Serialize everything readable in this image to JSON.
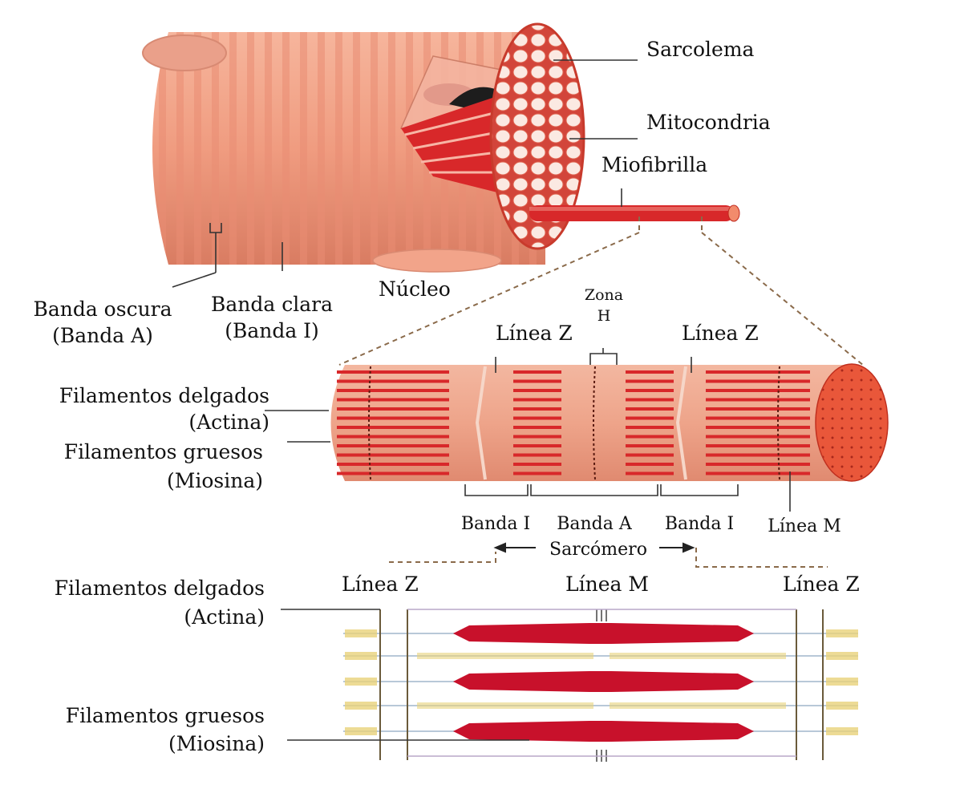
{
  "diagram": {
    "fiber_labels": {
      "sarcolema": "Sarcolema",
      "mitocondria": "Mitocondria",
      "miofibrilla": "Miofibrilla",
      "nucleo": "Núcleo",
      "banda_oscura_1": "Banda oscura",
      "banda_oscura_2": "(Banda A)",
      "banda_clara_1": "Banda clara",
      "banda_clara_2": "(Banda I)"
    },
    "myofibril_labels": {
      "zona_h_1": "Zona",
      "zona_h_2": "H",
      "linea_z_left": "Línea Z",
      "linea_z_right": "Línea Z",
      "thin_1": "Filamentos delgados",
      "thin_2": "(Actina)",
      "thick_1": "Filamentos gruesos",
      "thick_2": "(Miosina)",
      "banda_i_left": "Banda I",
      "banda_a": "Banda A",
      "banda_i_right": "Banda I",
      "linea_m": "Línea M",
      "sarcomero": "Sarcómero"
    },
    "sarcomere_labels": {
      "linea_z_left": "Línea Z",
      "linea_m": "Línea M",
      "linea_z_right": "Línea Z",
      "thin_1": "Filamentos delgados",
      "thin_2": "(Actina)",
      "thick_1": "Filamentos gruesos",
      "thick_2": "(Miosina)"
    },
    "colors": {
      "fiber_body": "#f2a48a",
      "fiber_stripe": "#e6866b",
      "myofibril_red": "#d8282a",
      "myosin": "#c8112b",
      "actin": "#e8d27a",
      "line": "#333333",
      "dashed": "#8a6a4a"
    }
  }
}
